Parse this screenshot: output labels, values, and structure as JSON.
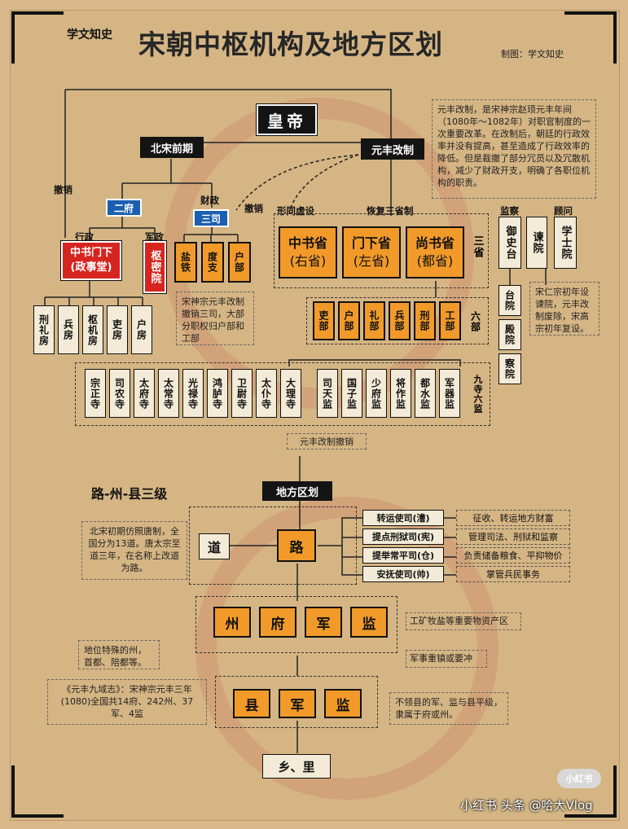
{
  "title": "宋朝中枢机构及地方区划",
  "credit": "制图：学文知史",
  "logo": "学文知史",
  "emperor": "皇帝",
  "early": "北宋前期",
  "reform": "元丰改制",
  "reform_note": "元丰改制，是宋神宗赵顼元丰年间（1080年～1082年）对职官制度的一次重要改革。在改制后，朝廷的行政效率并没有提高，甚至造成了行政效率的降低。但是裁撤了部分冗员以及冗散机构，减少了财政开支，明确了各职位机构的职责。",
  "labels": {
    "revoke1": "撤销",
    "revoke2": "撤销",
    "finance": "财政",
    "admin": "行政",
    "military": "军政",
    "nominal": "形同虚设",
    "restore": "恢复三省制",
    "supervise": "监察",
    "advise": "顾问",
    "six_ministries": "六部",
    "three_depts": "三省",
    "nine_six": "九寺六监"
  },
  "two_fu": "二府",
  "san_si": "三司",
  "zhongshu_menxia": "中书门下(政事堂)",
  "shumi": "枢密院",
  "fangs": [
    "刑礼房",
    "兵房",
    "枢机房",
    "吏房",
    "户房"
  ],
  "sansi_subs": [
    "盐铁",
    "度支",
    "户部"
  ],
  "sansi_note": "宋神宗元丰改制撤销三司，大部分职权归户部和工部",
  "three_sheng": [
    {
      "name": "中书省",
      "alt": "(右省)"
    },
    {
      "name": "门下省",
      "alt": "(左省)"
    },
    {
      "name": "尚书省",
      "alt": "(都省)"
    }
  ],
  "six_bu": [
    "吏部",
    "户部",
    "礼部",
    "兵部",
    "刑部",
    "工部"
  ],
  "censorate": "御史台",
  "remonstrance": "谏院",
  "scholars": "学士院",
  "tai_subs": [
    "台院",
    "殿院",
    "察院"
  ],
  "jian_note": "宋仁宗初年设谏院，元丰改制废除，宋高宗初年复设。",
  "nine_si": [
    "宗正寺",
    "司农寺",
    "太府寺",
    "太常寺",
    "光禄寺",
    "鸿胪寺",
    "卫尉寺",
    "太仆寺",
    "大理寺"
  ],
  "six_jian": [
    "司天监",
    "国子监",
    "少府监",
    "将作监",
    "都水监",
    "军器监"
  ],
  "abolished": "元丰改制撤销",
  "local_title": "路-州-县三级",
  "local_root": "地方区划",
  "dao": "道",
  "lu": "路",
  "dao_note": "北宋初期仿照唐制，全国分为13道。唐太宗至道三年，在名称上改道为路。",
  "lu_offices": [
    {
      "name": "转运使司(漕)",
      "fn": "征收、转运地方财富"
    },
    {
      "name": "提点刑狱司(宪)",
      "fn": "管理司法、刑狱和监察"
    },
    {
      "name": "提举常平司(仓)",
      "fn": "负责储备粮食、平抑物价"
    },
    {
      "name": "安抚使司(帅)",
      "fn": "掌管兵民事务"
    }
  ],
  "zhou_level": [
    "州",
    "府",
    "军",
    "监"
  ],
  "jian_mining": "工矿牧盐等重要物资产区",
  "fu_note": "地位特殊的州，首都、陪都等。",
  "jun_note": "军事重镇或要冲",
  "xian_level": [
    "县",
    "军",
    "监"
  ],
  "yuanfeng_book": "《元丰九域志》：宋神宗元丰三年(1080)全国共14府、242州、37军、4监",
  "xian_note": "不领县的军、监与县平级，隶属于府或州。",
  "bottom": "乡、里",
  "footer_brand": "小红书",
  "footer_credit": "小红书 头条 @哈大Vlog"
}
